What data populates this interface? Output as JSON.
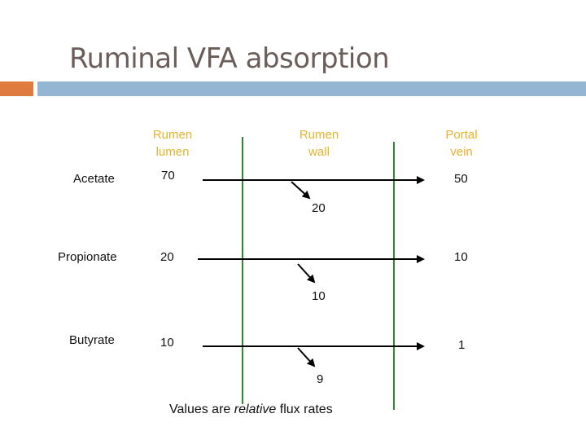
{
  "slide": {
    "title": "Ruminal VFA absorption",
    "accent_colors": {
      "orange": "#e07b3f",
      "blue": "#94b6d2",
      "header_text": "#e8b22c",
      "membrane": "#2d8a2d"
    }
  },
  "diagram": {
    "columns": [
      {
        "line1": "Rumen",
        "line2": "lumen"
      },
      {
        "line1": "Rumen",
        "line2": "wall"
      },
      {
        "line1": "Portal",
        "line2": "vein"
      }
    ],
    "rows": [
      {
        "name": "Acetate",
        "lumen": "70",
        "wall": "20",
        "portal": "50"
      },
      {
        "name": "Propionate",
        "lumen": "20",
        "wall": "10",
        "portal": "10"
      },
      {
        "name": "Butyrate",
        "lumen": "10",
        "wall": "9",
        "portal": "1"
      }
    ],
    "footer": {
      "prefix": "Values are ",
      "emphasis": "relative",
      "suffix": " flux rates"
    }
  }
}
